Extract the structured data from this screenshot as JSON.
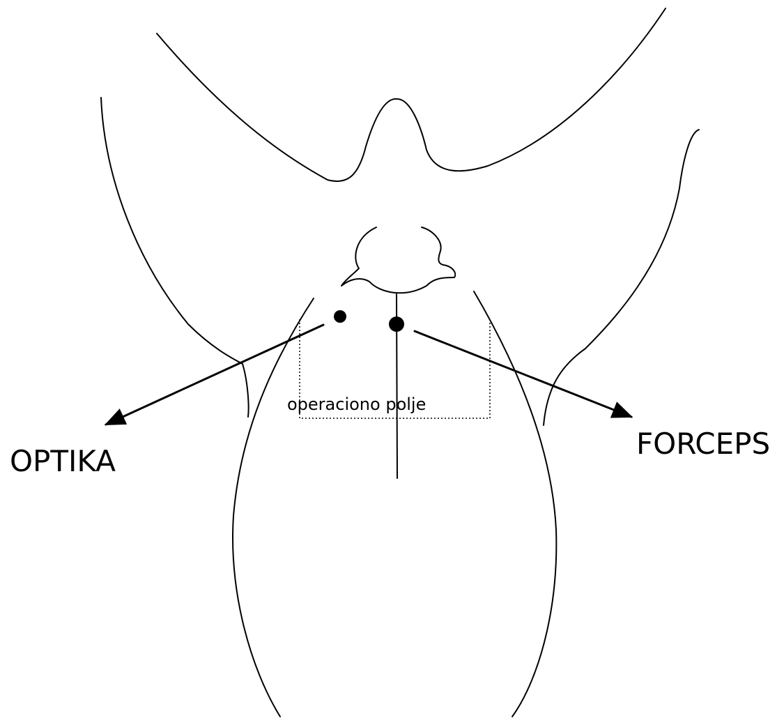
{
  "labels": {
    "optika": "OPTIKA",
    "forceps": "FORCEPS",
    "operative_field": "operaciono polje"
  },
  "colors": {
    "ink": "#000000",
    "background": "#ffffff"
  }
}
